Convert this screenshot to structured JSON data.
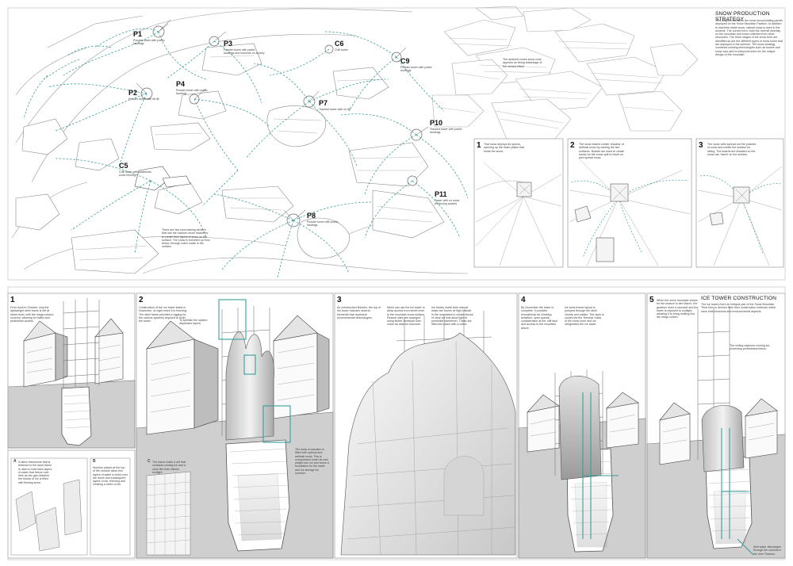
{
  "top": {
    "title": "SNOW PRODUCTION STRATEGY",
    "intro": "This diagram identifies the snow accumulating panels deployed on the Snow Mountain Pavilion. In addition to machine-made snow, natural snow is used in the scheme. The curved form, both the overhill diversity on the mountain and snow collected from other structures. The three stages of the snow form are identified as are the different types of snow tower that are deployed in the scheme. The snow strategy combines existing technologies such as towers and snow cars and re-interprets them for the unique design of the mountain.",
    "towers": [
      {
        "id": "P1",
        "text": "Powder tower with public landings"
      },
      {
        "id": "P2",
        "text": "Powder tower with lift lift"
      },
      {
        "id": "P3",
        "text": "Powder tower with public landings and lookouts on sundry"
      },
      {
        "id": "P4",
        "text": "Powder tower with public landings"
      },
      {
        "id": "C6",
        "text": "Chill tower"
      },
      {
        "id": "C9",
        "text": "Powder tower with public landings"
      },
      {
        "id": "P7",
        "text": "Tracked tower with no lift"
      },
      {
        "id": "P10",
        "text": "Tracked tower with public landings"
      },
      {
        "id": "C5",
        "text": "Chill tower with additional snow fencing"
      },
      {
        "id": "P11",
        "text": "Tower with no snow producing spaces"
      },
      {
        "id": "P8",
        "text": "Powder tower with public landings"
      }
    ],
    "note_bottom": "There are two snut-making centers that use the vacuum snow machines to create finer layers of snow on the surface. The snow is funneled up from below, through holes made in the surface.",
    "note_top": "The ambient zones snow zone appears as being advantage of the venturi effect.",
    "steps": [
      {
        "n": "1",
        "text": "Trial snow deploys its spores, opening up the lower plates that holds the snow."
      },
      {
        "n": "2",
        "text": "The snow towers create 'shadow' of artificial snow by casting the two surfaces. Boards are used to create tracks for the snow spill to travel on and spread snow."
      },
      {
        "n": "3",
        "text": "The snow cells spread out the pockets of snow and create the surface for skiing. The boards are installed so the snow can 'travel' on the surface."
      }
    ]
  },
  "bottom": {
    "panels": [
      {
        "n": "1",
        "text": "From April to October, only the lightweight steel frame is left at street level, with the mega-column covered, allowing for traffic and pedestrian access."
      },
      {
        "n": "2",
        "text": "Construction of the ice tower starts in November, at night when it is freezing. The steel frame provides a rigging for the various systems required to build the tower."
      },
      {
        "n": "3",
        "text": "As construction finishes, the top of the tower includes several elements that represent environmental technologies."
      },
      {
        "n": "4",
        "text": "By December the tower is complete. It provides recreational ice climbing activities, open special consideration at the 'cliff face' and access to the mountain above."
      },
      {
        "n": "5",
        "text": "When the snow mountain closes for the season in late March, the gearbox used a carousel and the tower is exposed to sunlight, allowing it to bring melting into the mega culvert."
      }
    ],
    "p2_note1": "To sprinkle the system dispenses layers.",
    "p2_note2": "The deep excavation is filled with optimal and artificial snow. This is compressed under its own weight into ice and forms a foundation for the tower and ice storage for summer.",
    "p3_note1": "Mesh can use the ice tower to allow access from street level to the mountain snow surface. Rescue sites are arranged using timber formwork then crane as data for structure.",
    "p3_note2": "Ice blocks made from natural water are frozen at high altitude in the mountains to create blocks of clear ice that allow light to penetrate streetlevel. These are lifted into place with a crane.",
    "p4_note1": "Ice sees freeze layout is pumped through the steel chords and cables. The layer is cooled via the 'thermal' mass of the snow cone and ice refrigerates the ice tower.",
    "p5_title": "ICE TOWER CONSTRUCTION",
    "p5_intro": "The ice towers form an integral part of the Snow Mountain. Their form is derived from their construction methods which have both structural and environmental aspects.",
    "p5_note1": "The ceiling captures coming ice, protecting pedestrians below.",
    "p5_note2": "Melt water discharges through the culverts in the river Thames.",
    "sub": [
      {
        "n": "A",
        "text": "A fabric framework that is tethered to the steel frame is used to hold back layers of water that freeze over time as the gap between the blocks of ice is filled with flowing snow."
      },
      {
        "n": "B",
        "text": "Nozzles placed at the top of the module allow thin layers of water to build over the mesh and subsequent layers of ice; freezing and creating a mesh of ice."
      },
      {
        "n": "C",
        "text": "The frame holds a net that contains running ice and a clear film that reflects sunlight."
      }
    ]
  },
  "colors": {
    "accent": "#3a9e9a",
    "line": "#8a8a8a",
    "fill_light": "#e9e9e9",
    "fill_mid": "#cfcfcf"
  }
}
